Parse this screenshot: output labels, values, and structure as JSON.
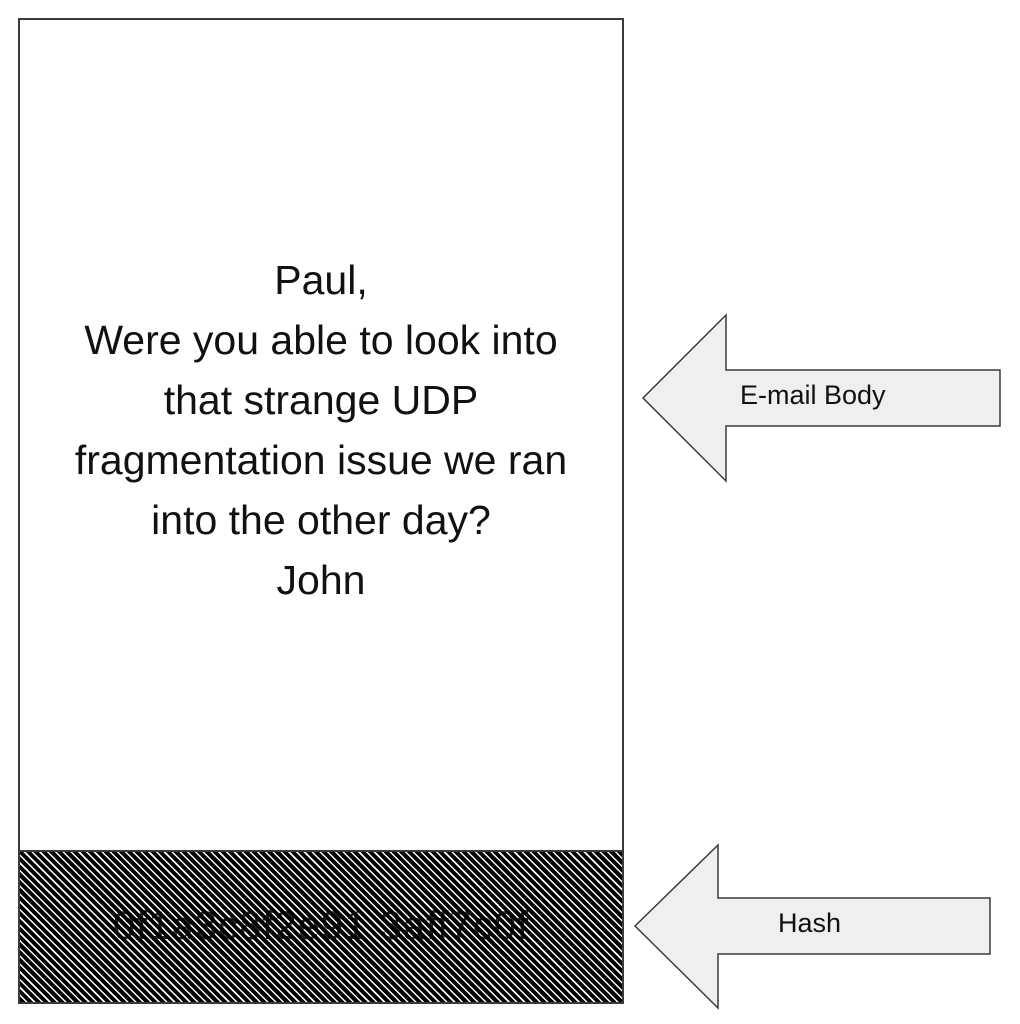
{
  "email": {
    "body_lines": [
      "Paul,",
      "Were you able to look into",
      "that strange UDP",
      "fragmentation issue we ran",
      "into the other day?",
      "John"
    ],
    "hash_text": "0f1a3c8f2e91 3aff7c0f"
  },
  "labels": {
    "body_arrow": "E-mail Body",
    "hash_arrow": "Hash"
  },
  "colors": {
    "box_border": "#3a3a3a",
    "arrow_fill": "#efefef",
    "arrow_stroke": "#3a3a3a",
    "hash_background": "#000000"
  }
}
